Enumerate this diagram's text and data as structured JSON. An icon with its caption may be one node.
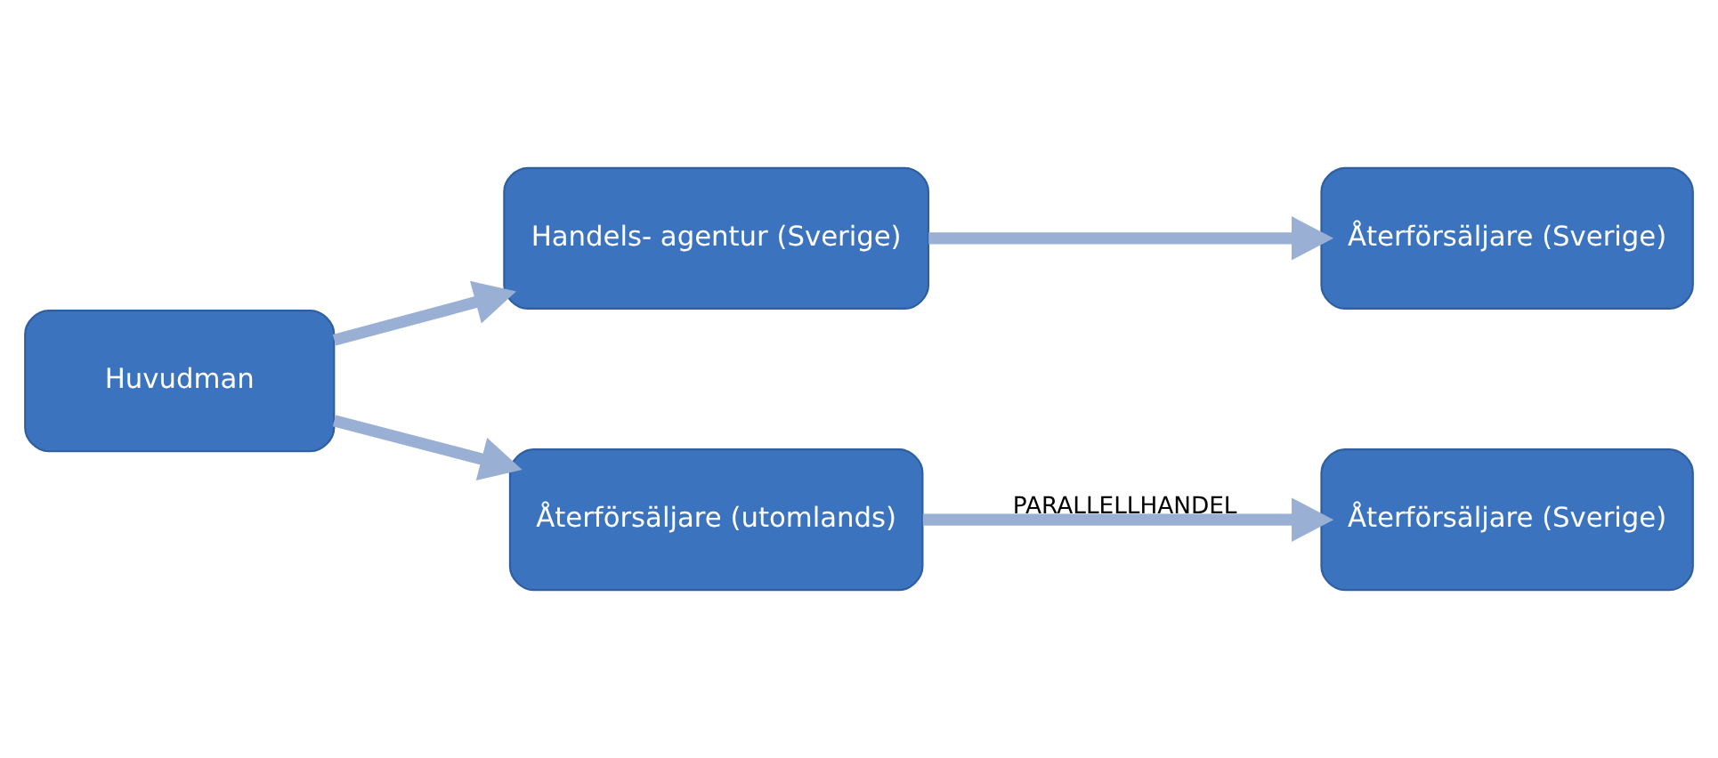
{
  "diagram": {
    "nodes": [
      {
        "text": [
          "Huvudman"
        ]
      },
      {
        "text": [
          "Handels- agentur (Sverige)"
        ]
      },
      {
        "text": [
          "Återförsäljare (Sverige)"
        ]
      },
      {
        "text": [
          "Återförsäljare (utomlands)"
        ]
      },
      {
        "text": [
          "Återförsäljare (Sverige)"
        ]
      }
    ],
    "edges": [
      {
        "from": 0,
        "to": 1,
        "arrow": "to"
      },
      {
        "from": 1,
        "to": 2,
        "arrow": "to"
      },
      {
        "from": 0,
        "to": 3,
        "arrow": "to"
      },
      {
        "from": 3,
        "to": 4,
        "arrow": "to",
        "label": "PARALLELLHANDEL"
      }
    ]
  }
}
